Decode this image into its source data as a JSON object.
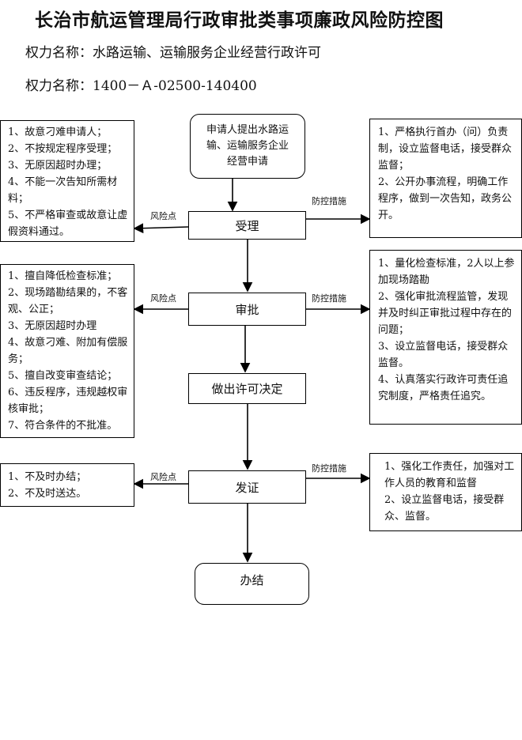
{
  "header": {
    "title": "长治市航运管理局行政审批类事项廉政风险防控图",
    "power_name": "权力名称：水路运输、运输服务企业经营行政许可",
    "power_code": "权力名称：1400－Ａ-02500-140400"
  },
  "flow": {
    "start": "申请人提出水路运输、运输服务企业经营申请",
    "step1": "受理",
    "step2": "审批",
    "step3": "做出许可决定",
    "step4": "发证",
    "end": "办结"
  },
  "labels": {
    "risk_point": "风险点",
    "control_measure": "防控措施"
  },
  "risks": {
    "accept": [
      "1、故意刁难申请人；",
      "2、不按规定程序受理；",
      "3、无原因超时办理；",
      "4、不能一次告知所需材料；",
      "5、不严格审查或故意让虚假资料通过。"
    ],
    "approve": [
      "1、擅自降低检查标准；",
      "2、现场踏勘结果的，不客观、公正；",
      "3、无原因超时办理",
      "4、故意刁难、附加有偿服务；",
      "5、擅自改变审查结论；",
      "6、违反程序，违规越权审核审批；",
      "7、符合条件的不批准。"
    ],
    "issue": [
      "1、不及时办结；",
      "2、不及时送达。"
    ]
  },
  "measures": {
    "accept": [
      "1、严格执行首办（问）负责制，设立监督电话，接受群众监督；",
      "2、公开办事流程，明确工作程序，做到一次告知，政务公开。"
    ],
    "approve": [
      "1、量化检查标准，2人以上参加现场踏勘",
      "2、强化审批流程监管，发现并及时纠正审批过程中存在的问题；",
      "3、设立监督电话，接受群众监督。",
      "4、认真落实行政许可责任追究制度，严格责任追究。"
    ],
    "issue": [
      "1、强化工作责任，加强对工作人员的教育和监督",
      "2、设立监督电话，接受群众、监督。"
    ]
  }
}
